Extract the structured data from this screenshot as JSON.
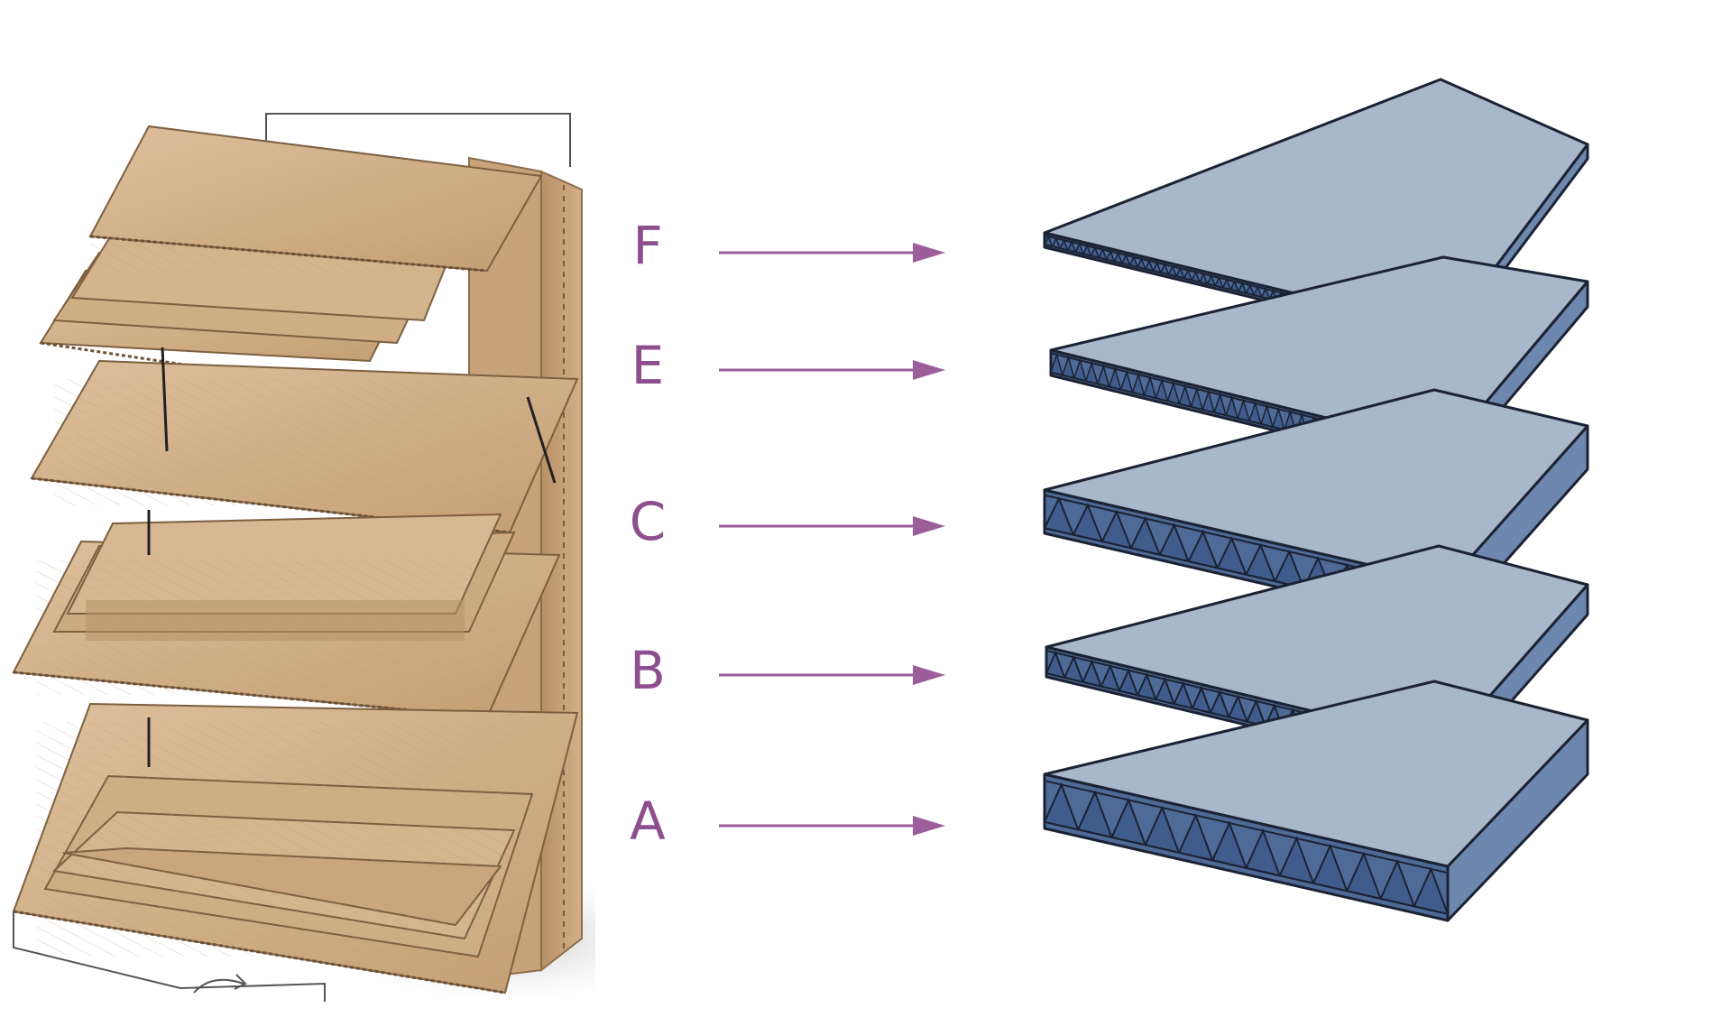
{
  "palette": {
    "background": "#ffffff",
    "label": "#8e4f8e",
    "arrow": "#9b5e9b",
    "board_top": "#a9b7cb",
    "board_side": "#4e6a97",
    "board_edge": "#6e87ae",
    "outline": "#1b2233",
    "cardboard_light": "#d8b995",
    "cardboard_mid": "#c8a47b",
    "cardboard_dark": "#9c7a56"
  },
  "icons": {
    "photo": "corrugated-cardboard-stack-photo",
    "arrow": "right-arrow-icon",
    "board": "corrugated-board-layer-illustration"
  },
  "flutes": [
    {
      "label": "F",
      "flute_count": 52,
      "relative_thickness": 1
    },
    {
      "label": "E",
      "flute_count": 34,
      "relative_thickness": 2
    },
    {
      "label": "C",
      "flute_count": 14,
      "relative_thickness": 4
    },
    {
      "label": "B",
      "flute_count": 22,
      "relative_thickness": 3
    },
    {
      "label": "A",
      "flute_count": 12,
      "relative_thickness": 5
    }
  ]
}
